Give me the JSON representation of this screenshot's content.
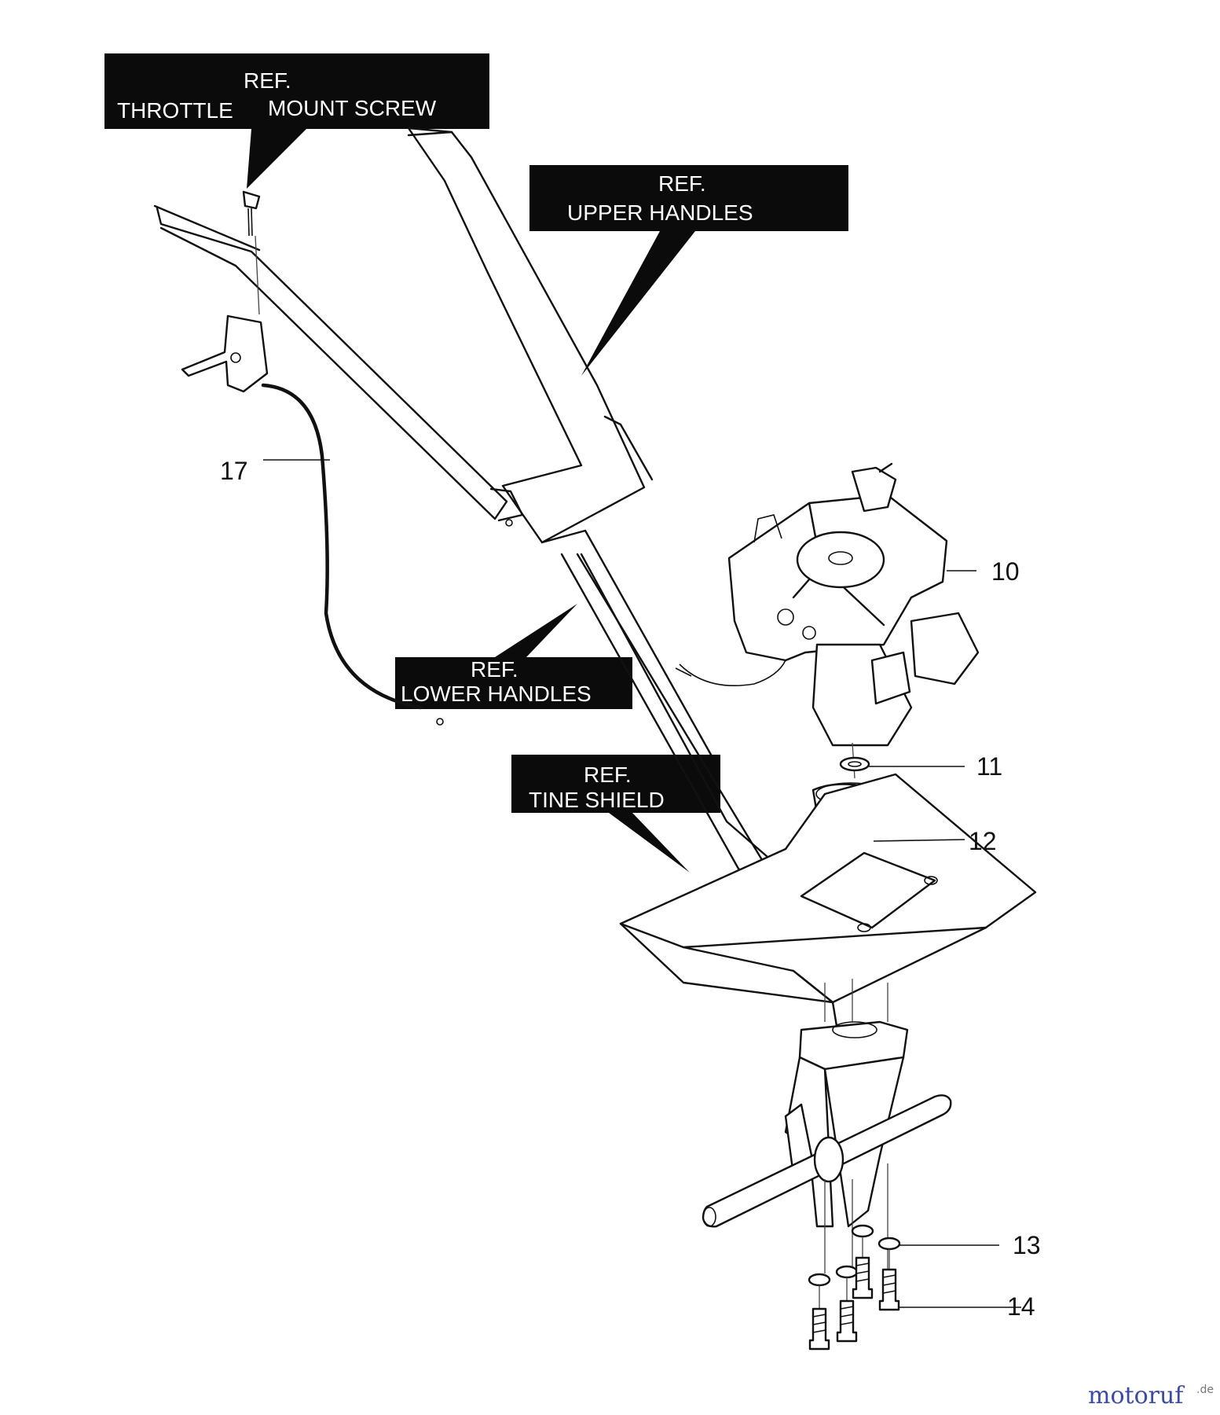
{
  "callouts": {
    "throttle": {
      "ref": "REF.",
      "name": "THROTTLE",
      "name2": "MOUNT SCREW"
    },
    "upper_handles": {
      "ref": "REF.",
      "name": "UPPER HANDLES"
    },
    "lower_handles": {
      "ref": "REF.",
      "name": "LOWER HANDLES"
    },
    "tine_shield": {
      "ref": "REF.",
      "name": "TINE SHIELD"
    }
  },
  "part_numbers": {
    "p10": "10",
    "p11": "11",
    "p12": "12",
    "p13": "13",
    "p14": "14",
    "p17": "17"
  },
  "watermark": {
    "text": "motoruf",
    "suffix": ".de"
  },
  "colors": {
    "label_bg": "#0b0b0b",
    "label_text": "#ffffff",
    "line": "#111111"
  }
}
